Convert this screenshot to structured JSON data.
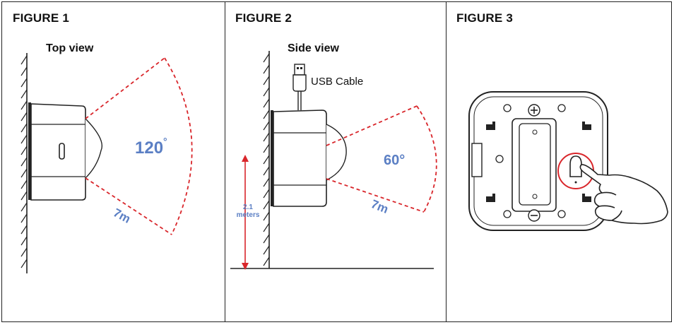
{
  "figures": [
    {
      "title": "FIGURE 1",
      "view_title": "Top view",
      "angle": "120",
      "degree_symbol": "°",
      "distance": "7m"
    },
    {
      "title": "FIGURE 2",
      "view_title": "Side view",
      "cable_label": "USB Cable",
      "angle": "60°",
      "distance": "7m",
      "mount_height_value": "2.1",
      "mount_height_unit": "meters"
    },
    {
      "title": "FIGURE 3"
    }
  ],
  "colors": {
    "angle_text": "#5b7fc4",
    "detection_zone": "#d9262b",
    "outline": "#222222",
    "button_highlight": "#d9262b"
  },
  "icons": [
    "usb-plug-icon",
    "plus-symbol-icon",
    "minus-symbol-icon",
    "pointing-hand-icon"
  ]
}
